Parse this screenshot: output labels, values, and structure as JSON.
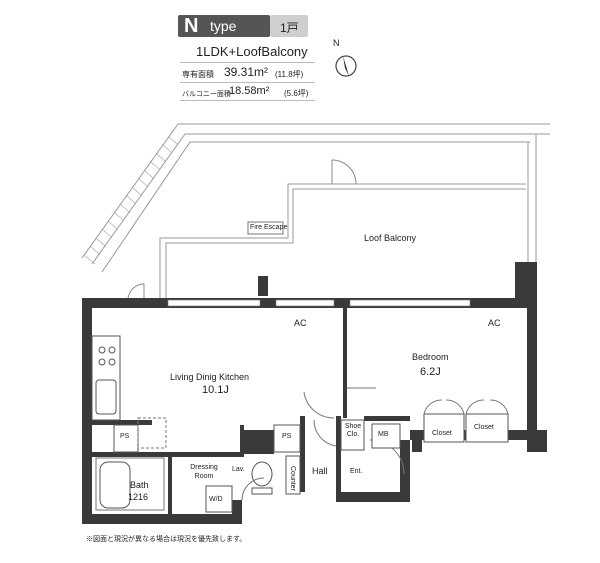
{
  "header": {
    "type_letter": "N",
    "type_word": "type",
    "unit_count": "1戸",
    "layout": "1LDK+LoofBalcony",
    "area_label": "専有面積",
    "area_value": "39.31m²",
    "area_tsubo": "(11.8坪)",
    "balcony_label": "バルコニー面積",
    "balcony_value": "18.58m²",
    "balcony_tsubo": "(5.6坪)"
  },
  "compass": {
    "label": "N"
  },
  "rooms": {
    "loof_balcony": "Loof Balcony",
    "fire_escape": "Fire Escape",
    "ac_left": "AC",
    "ac_right": "AC",
    "ldk_name": "Living Dinig Kitchen",
    "ldk_size": "10.1J",
    "bedroom_name": "Bedroom",
    "bedroom_size": "6.2J",
    "ps_left": "PS",
    "ps_right": "PS",
    "shoe_clo": "Shoe Clo.",
    "mb": "MB",
    "closet_1": "Closet",
    "closet_2": "Closet",
    "dressing": "Dressing Room",
    "lav": "Lav.",
    "counter": "Counter",
    "hall": "Hall",
    "ent": "Ent.",
    "bath": "Bath",
    "bath_size": "1216",
    "wd": "W/D"
  },
  "footnote": "※図面と現況が異なる場合は現況を優先致します。",
  "colors": {
    "wall": "#3a3a3a",
    "badge_dark": "#555555",
    "badge_light": "#cfcfcf"
  }
}
